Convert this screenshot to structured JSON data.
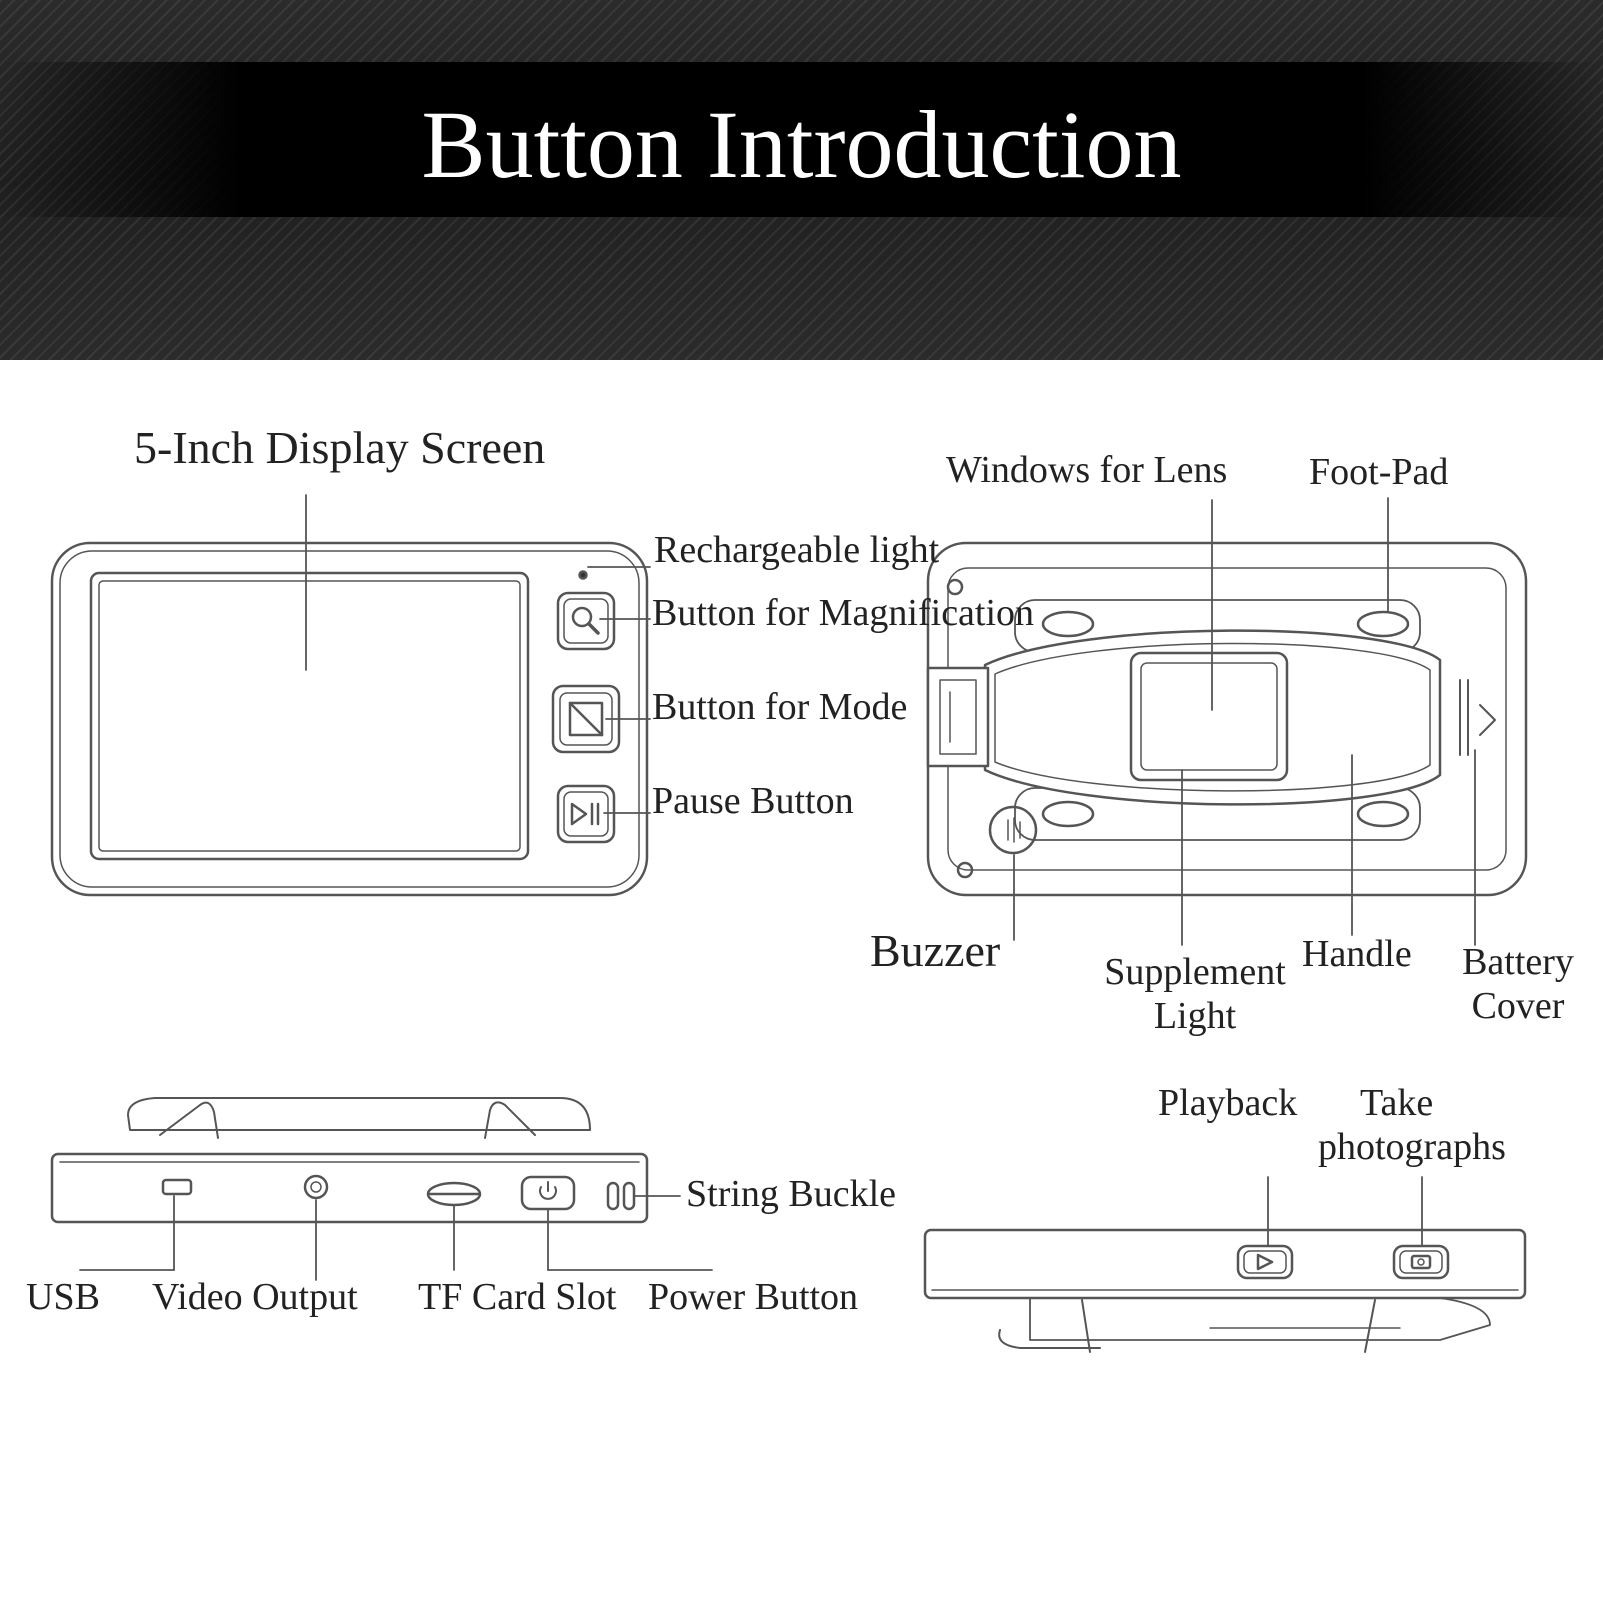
{
  "title": "Button Introduction",
  "colors": {
    "banner": "#222222",
    "title": "#ffffff",
    "line": "#555555",
    "text": "#222222"
  },
  "labels": {
    "display_screen": "5-Inch Display Screen",
    "rechargeable_light": "Rechargeable light",
    "magnification": "Button for Magnification",
    "mode": "Button for Mode",
    "pause": "Pause Button",
    "windows_lens": "Windows for Lens",
    "foot_pad": "Foot-Pad",
    "buzzer": "Buzzer",
    "supplement_light": [
      "Supplement",
      "Light"
    ],
    "handle": "Handle",
    "battery_cover": [
      "Battery",
      "Cover"
    ],
    "string_buckle": "String Buckle",
    "usb": "USB",
    "video_output": "Video Output",
    "tf_card": "TF Card Slot",
    "power_button": "Power Button",
    "playback": "Playback",
    "take_photographs": [
      "Take",
      "photographs"
    ]
  },
  "icons": [
    "magnifier-icon",
    "mode-icon",
    "play-pause-icon",
    "power-icon",
    "playback-icon",
    "camera-icon"
  ]
}
